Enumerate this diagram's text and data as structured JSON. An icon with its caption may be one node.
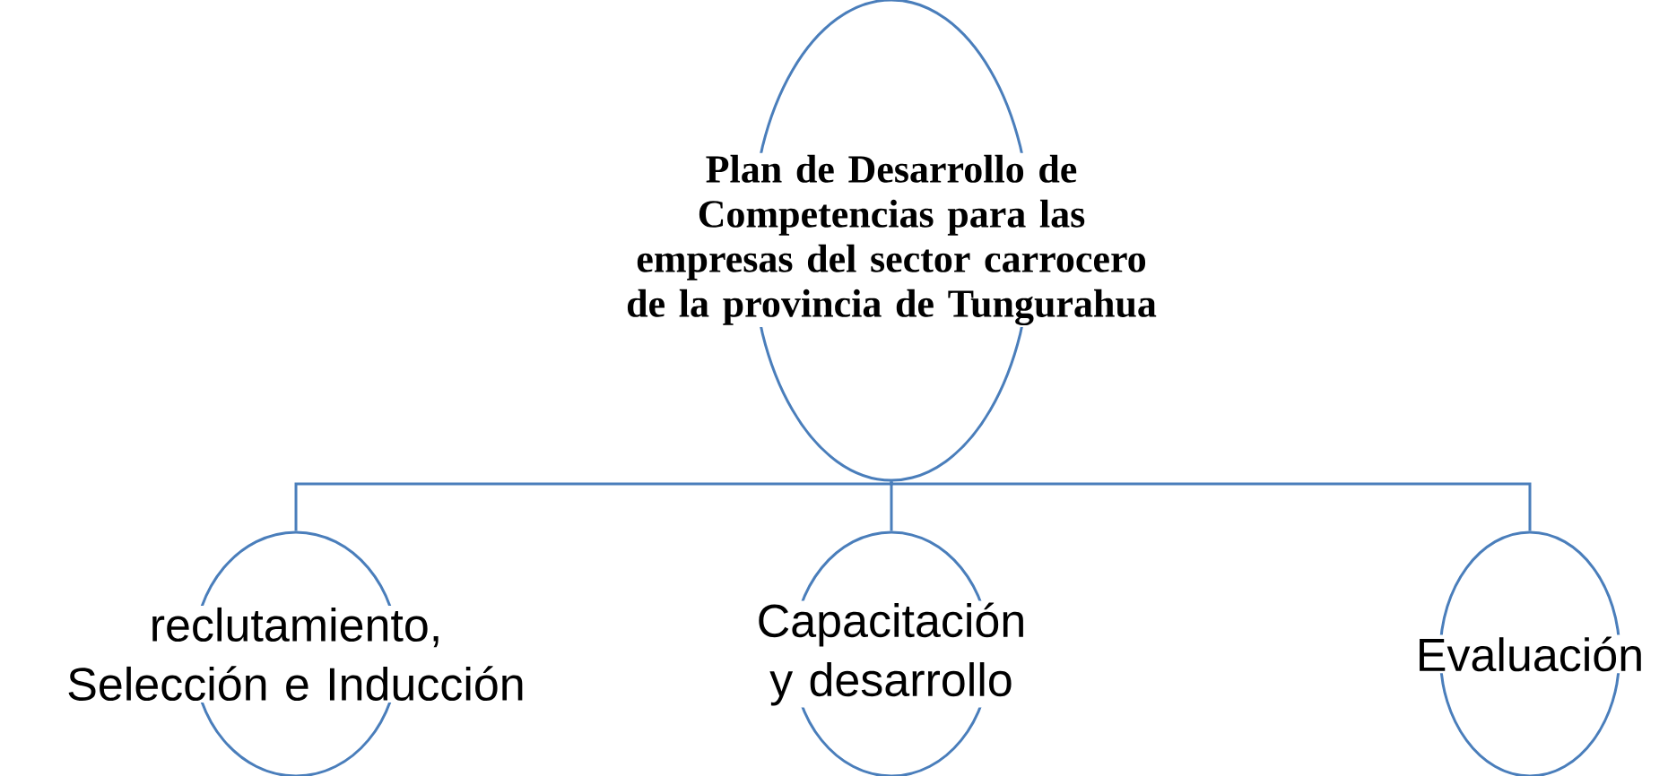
{
  "diagram": {
    "nodes": [
      {
        "text": [
          "Plan de Desarrollo de Competencias para las empresas del sector carrocero de la provincia de Tungurahua"
        ]
      },
      {
        "text": [
          "reclutamiento, Selección e Inducción"
        ]
      },
      {
        "text": [
          "Capacitación y desarrollo"
        ]
      },
      {
        "text": [
          "Evaluación"
        ]
      }
    ],
    "edges": [
      {
        "from": 0,
        "to": 1,
        "arrow": "none"
      },
      {
        "from": 0,
        "to": 2,
        "arrow": "none"
      },
      {
        "from": 0,
        "to": 3,
        "arrow": "none"
      }
    ]
  }
}
